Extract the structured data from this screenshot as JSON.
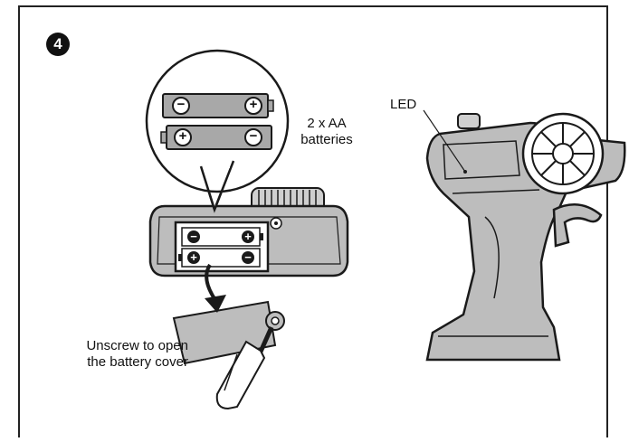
{
  "step": {
    "number": "4"
  },
  "labels": {
    "batteries_line1": "2 x AA",
    "batteries_line2": "batteries",
    "led": "LED",
    "unscrew_line1": "Unscrew to open",
    "unscrew_line2": "the battery cover"
  },
  "battery_symbols": {
    "minus": "−",
    "plus": "+"
  },
  "colors": {
    "body_gray": "#bdbdbd",
    "battery_gray": "#a8a8a8",
    "outline": "#1a1a1a",
    "badge": "#111111"
  }
}
